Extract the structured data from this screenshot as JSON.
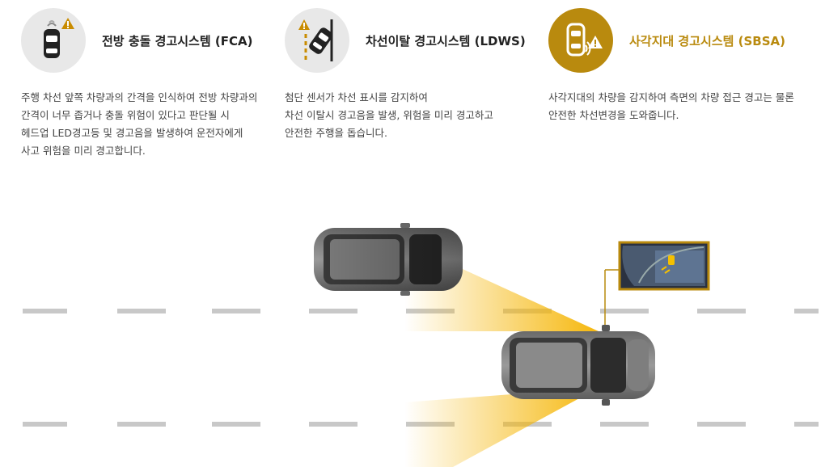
{
  "features": [
    {
      "title": "전방 충돌 경고시스템 (FCA)",
      "icon": "front-collision-car-icon",
      "active": false,
      "description": "주행 차선 앞쪽 차량과의 간격을 인식하여 전방 차량과의\n간격이 너무 좁거나 충돌 위험이 있다고 판단될 시\n헤드업 LED경고등 및 경고음을 발생하여 운전자에게\n사고 위험을 미리 경고합니다."
    },
    {
      "title": "차선이탈 경고시스템 (LDWS)",
      "icon": "lane-departure-car-icon",
      "active": false,
      "description": "첨단 센서가 차선 표시를 감지하여\n차선 이탈시 경고음을 발생, 위험을 미리 경고하고\n안전한 주행을 돕습니다."
    },
    {
      "title": "사각지대 경고시스템 (SBSA)",
      "icon": "blind-spot-car-icon",
      "active": true,
      "description": "사각지대의 차량을 감지하여 측면의 차량 접근 경고는 물론\n안전한 차선변경을 도와줍니다."
    }
  ],
  "colors": {
    "accent": "#b98a0e",
    "icon_inactive_bg": "#e8e8e8",
    "warning_yellow": "#f5b400",
    "lane_marking": "#c8c8c8"
  }
}
